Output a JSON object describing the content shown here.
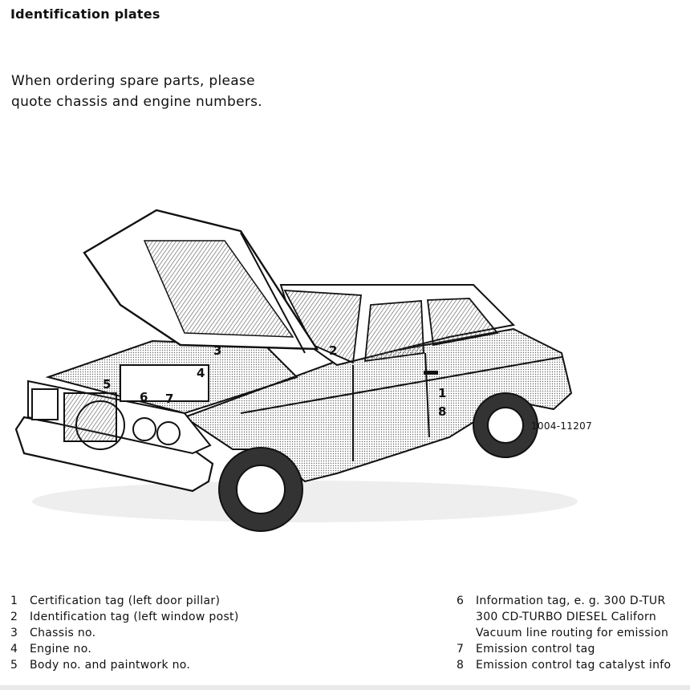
{
  "title": "Identification plates",
  "intro": {
    "line1": "When ordering spare parts, please",
    "line2": "quote chassis and engine numbers."
  },
  "figure": {
    "reference": "1004-11207",
    "callouts": [
      "1",
      "2",
      "3",
      "4",
      "5",
      "6",
      "7",
      "8"
    ]
  },
  "legend_left": [
    {
      "num": "1",
      "text": "Certification tag (left door pillar)"
    },
    {
      "num": "2",
      "text": "Identification tag (left window post)"
    },
    {
      "num": "3",
      "text": "Chassis no."
    },
    {
      "num": "4",
      "text": "Engine no."
    },
    {
      "num": "5",
      "text": "Body no. and paintwork no."
    }
  ],
  "legend_right": [
    {
      "num": "6",
      "text": "Information tag, e. g. 300 D-TUR"
    },
    {
      "num": "",
      "text": "300 CD-TURBO DIESEL Californ"
    },
    {
      "num": "",
      "text": "Vacuum line routing for emission"
    },
    {
      "num": "7",
      "text": "Emission control tag"
    },
    {
      "num": "8",
      "text": "Emission control tag catalyst info"
    }
  ]
}
